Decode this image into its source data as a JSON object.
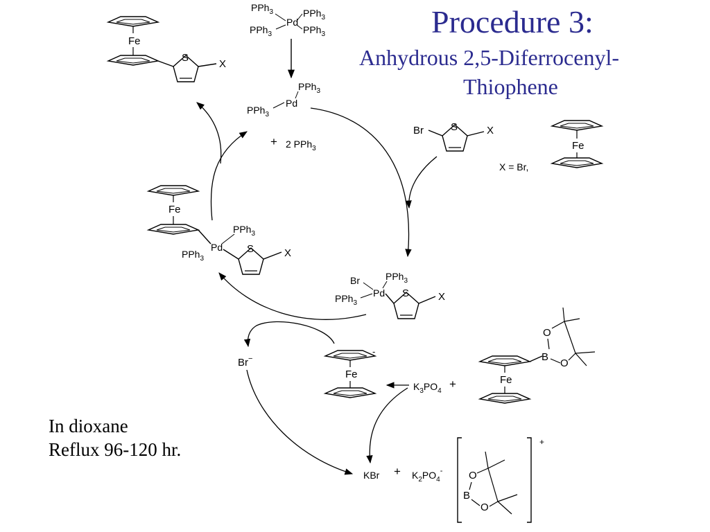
{
  "slide": {
    "title": "Procedure 3:",
    "subtitle_line1": "Anhydrous 2,5-Diferrocenyl-",
    "subtitle_line2": "Thiophene",
    "conditions": [
      "In dioxane",
      "Reflux 96-120 hr."
    ]
  },
  "labels": {
    "fe": "Fe",
    "s": "S",
    "x": "X",
    "pd": "Pd",
    "br": "Br",
    "pph": "PPh",
    "sub3": "3",
    "plus": "+",
    "two_pph": "2 PPh",
    "x_eq": "X = Br,",
    "k3po4_k": "K",
    "k3po4_p": "PO",
    "sub4": "4",
    "br_minus": "Br",
    "minus": "−",
    "dash": "-",
    "kbr": "KBr",
    "k2po4_k": "K",
    "sub2": "2",
    "o": "O",
    "b": "B",
    "bracket_plus": "+"
  },
  "colors": {
    "title": "#2b2b8f",
    "ink": "#000000"
  }
}
